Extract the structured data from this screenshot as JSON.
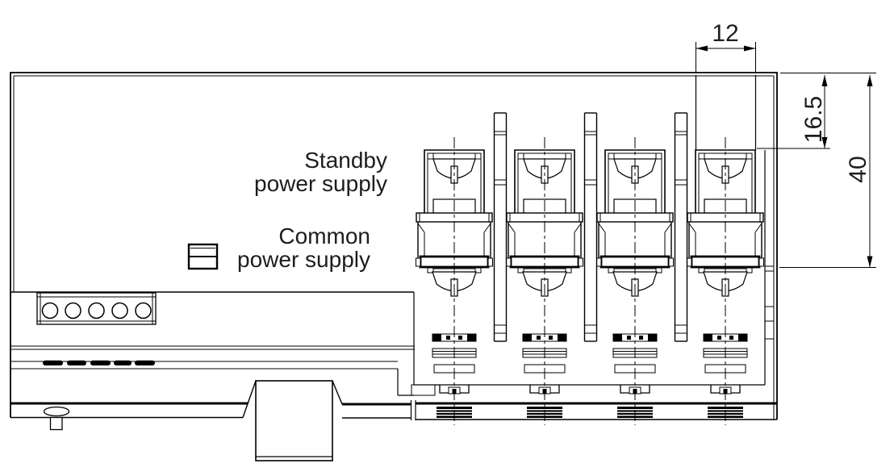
{
  "page": {
    "background": "#ffffff",
    "stroke_color": "#000000",
    "text_color": "#1d1d1b"
  },
  "labels": {
    "standby": {
      "line1": "Standby",
      "line2": "power supply"
    },
    "common": {
      "line1": "Common",
      "line2": "power supply"
    }
  },
  "dimensions": {
    "terminal_slot_width": "12",
    "standby_terminal_depth": "16.5",
    "common_terminal_depth": "40"
  },
  "drawing": {
    "terminal_columns": 4,
    "divider_posts": 3,
    "wire_holes": 5,
    "vent_slots": 5
  }
}
